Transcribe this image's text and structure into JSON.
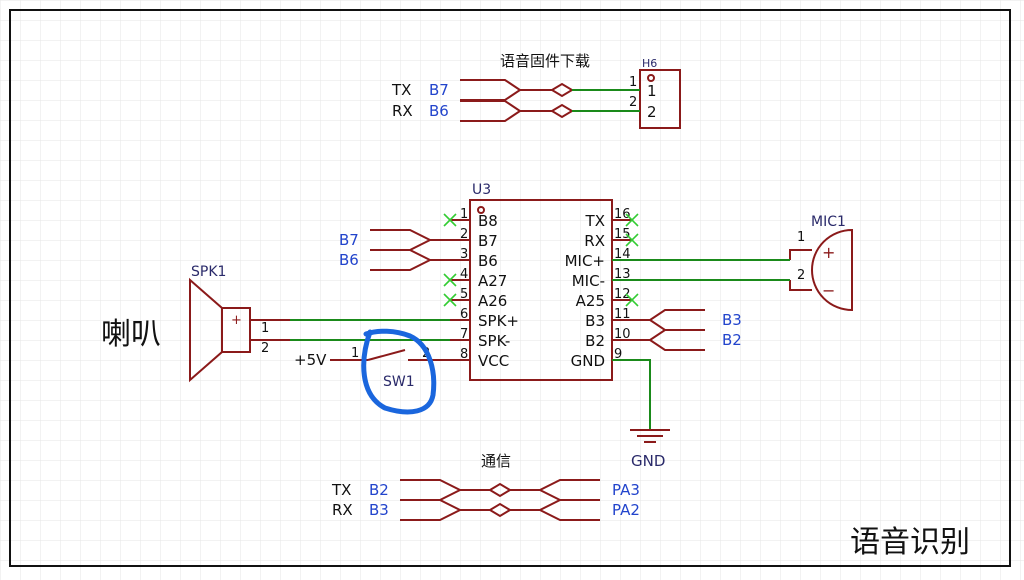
{
  "title": "语音识别",
  "header_firmware": {
    "title": "语音固件下载",
    "ref": "H6",
    "pins": [
      "1",
      "2"
    ],
    "pin_labels": [
      "1",
      "2"
    ],
    "signals": [
      "TX",
      "RX"
    ],
    "nets": [
      "B7",
      "B6"
    ]
  },
  "u3": {
    "ref": "U3",
    "left_pins": [
      {
        "num": "1",
        "name": "B8"
      },
      {
        "num": "2",
        "name": "B7"
      },
      {
        "num": "3",
        "name": "B6"
      },
      {
        "num": "4",
        "name": "A27"
      },
      {
        "num": "5",
        "name": "A26"
      },
      {
        "num": "6",
        "name": "SPK+"
      },
      {
        "num": "7",
        "name": "SPK-"
      },
      {
        "num": "8",
        "name": "VCC"
      }
    ],
    "right_pins": [
      {
        "num": "16",
        "name": "TX"
      },
      {
        "num": "15",
        "name": "RX"
      },
      {
        "num": "14",
        "name": "MIC+"
      },
      {
        "num": "13",
        "name": "MIC-"
      },
      {
        "num": "12",
        "name": "A25"
      },
      {
        "num": "11",
        "name": "B3"
      },
      {
        "num": "10",
        "name": "B2"
      },
      {
        "num": "9",
        "name": "GND"
      }
    ],
    "left_nets": [
      "B7",
      "B6"
    ],
    "right_nets": [
      "B3",
      "B2"
    ]
  },
  "speaker": {
    "ref": "SPK1",
    "label": "喇叭",
    "plus": "+",
    "pins": [
      "1",
      "2"
    ]
  },
  "mic": {
    "ref": "MIC1",
    "plus": "+",
    "minus": "−",
    "pins": [
      "1",
      "2"
    ]
  },
  "switch": {
    "ref": "SW1",
    "supply": "+5V",
    "pins": [
      "1",
      "2"
    ]
  },
  "ground": {
    "label": "GND"
  },
  "comm": {
    "title": "通信",
    "signals": [
      "TX",
      "RX"
    ],
    "left_nets": [
      "B2",
      "B3"
    ],
    "right_nets": [
      "PA3",
      "PA2"
    ]
  }
}
